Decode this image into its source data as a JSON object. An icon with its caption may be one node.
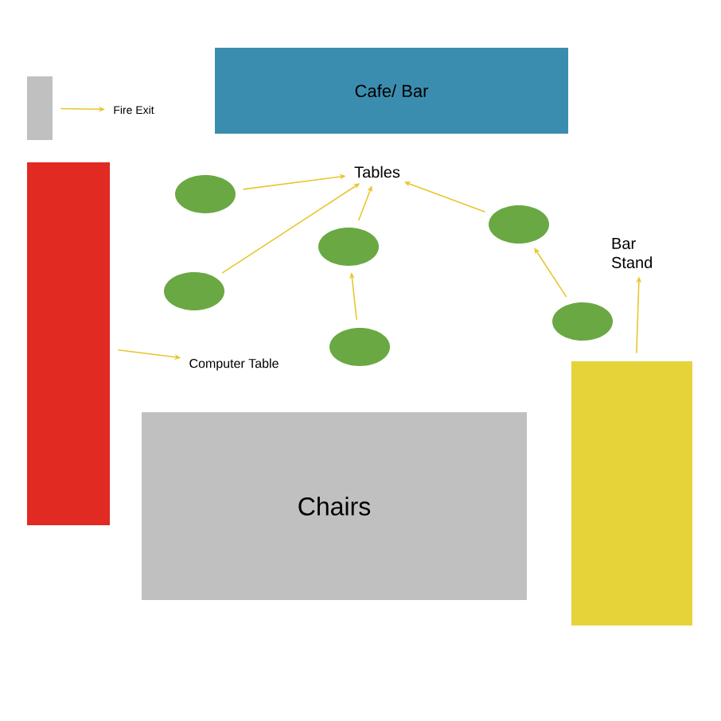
{
  "diagram": {
    "nodes": [
      {
        "text": [],
        "shape": "box"
      },
      {
        "text": [
          "Fire Exit"
        ]
      },
      {
        "text": [
          "Cafe/ Bar"
        ]
      },
      {
        "text": [],
        "shape": "bar"
      },
      {
        "text": [
          "Tables"
        ]
      },
      {
        "text": [],
        "shape": "circle"
      },
      {
        "text": [],
        "shape": "circle"
      },
      {
        "text": [],
        "shape": "circle"
      },
      {
        "text": [],
        "shape": "circle"
      },
      {
        "text": [],
        "shape": "circle"
      },
      {
        "text": [],
        "shape": "circle"
      },
      {
        "text": [
          "Bar Stand"
        ]
      },
      {
        "text": [],
        "shape": "box"
      },
      {
        "text": [
          "Computer Table"
        ]
      },
      {
        "text": [
          "Chairs"
        ]
      }
    ],
    "edges": [
      {
        "from": 0,
        "to": 1,
        "arrow": "to"
      },
      {
        "from": 6,
        "to": 4,
        "arrow": "to"
      },
      {
        "from": 5,
        "to": 4,
        "arrow": "to"
      },
      {
        "from": 7,
        "to": 4,
        "arrow": "to"
      },
      {
        "from": 8,
        "to": 7,
        "arrow": "to"
      },
      {
        "from": 9,
        "to": 4,
        "arrow": "to"
      },
      {
        "from": 10,
        "to": 9,
        "arrow": "to"
      },
      {
        "from": 12,
        "to": 11,
        "arrow": "to"
      },
      {
        "from": 3,
        "to": 13,
        "arrow": "to"
      }
    ]
  }
}
